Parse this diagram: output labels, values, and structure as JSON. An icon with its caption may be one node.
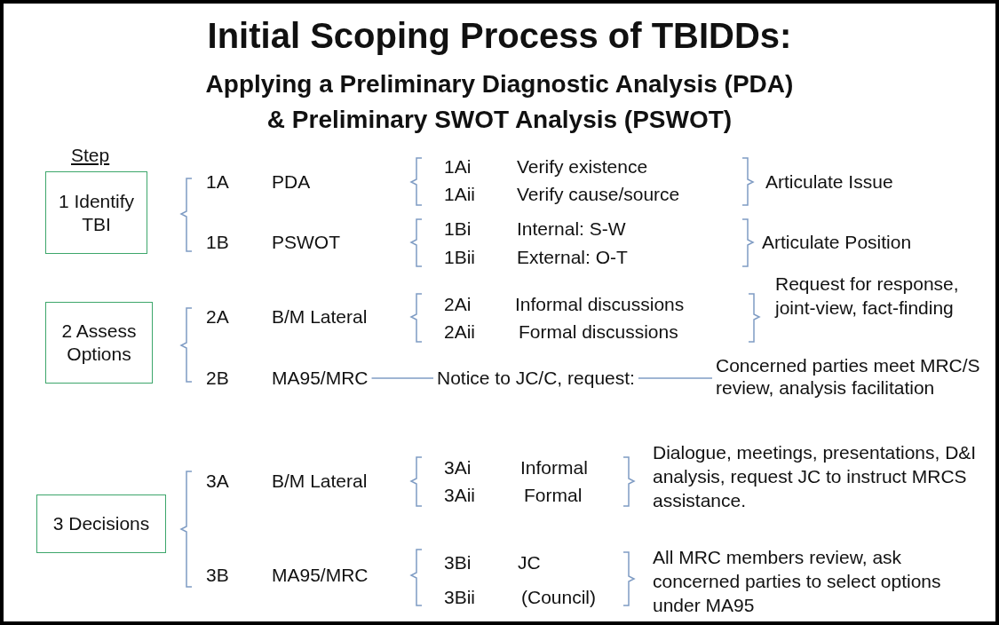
{
  "diagram": {
    "title": "Initial Scoping Process of TBIDDs:",
    "nodes": [
      {
        "text": [
          "1 Identify TBI"
        ]
      },
      {
        "text": [
          "2 Assess Options"
        ]
      },
      {
        "text": [
          "3 Decisions"
        ]
      },
      {
        "text": [
          "MA95/MRC"
        ]
      },
      {
        "text": [
          "Notice to JC/C, request:"
        ]
      },
      {
        "text": [
          "Concerned parties meet MRC/S review, analysis facilitation"
        ]
      }
    ],
    "edges": [
      {
        "from": 3,
        "to": 4,
        "arrow": "none"
      },
      {
        "from": 4,
        "to": 5,
        "arrow": "none"
      }
    ],
    "labels": [
      "Applying a Preliminary Diagnostic Analysis (PDA)",
      "& Preliminary SWOT Analysis (PSWOT)",
      "Step",
      "1A",
      "PDA",
      "1Ai",
      "Verify existence",
      "1Aii",
      "Verify cause/source",
      "Articulate Issue",
      "1B",
      "PSWOT",
      "1Bi",
      "Internal: S-W",
      "1Bii",
      "External: O-T",
      "Articulate Position",
      "2A",
      "B/M Lateral",
      "2Ai",
      "Informal  discussions",
      "2Aii",
      "Formal  discussions",
      "Request for response, joint-view, fact-finding",
      "2B",
      "3A",
      "B/M Lateral",
      "3Ai",
      "Informal",
      "3Aii",
      "Formal",
      "Dialogue, meetings, presentations, D&I analysis, request JC to instruct MRCS assistance.",
      "3B",
      "MA95/MRC",
      "3Bi",
      "JC",
      "3Bii",
      "(Council)",
      "All MRC members review, ask concerned parties to select options under MA95"
    ]
  }
}
